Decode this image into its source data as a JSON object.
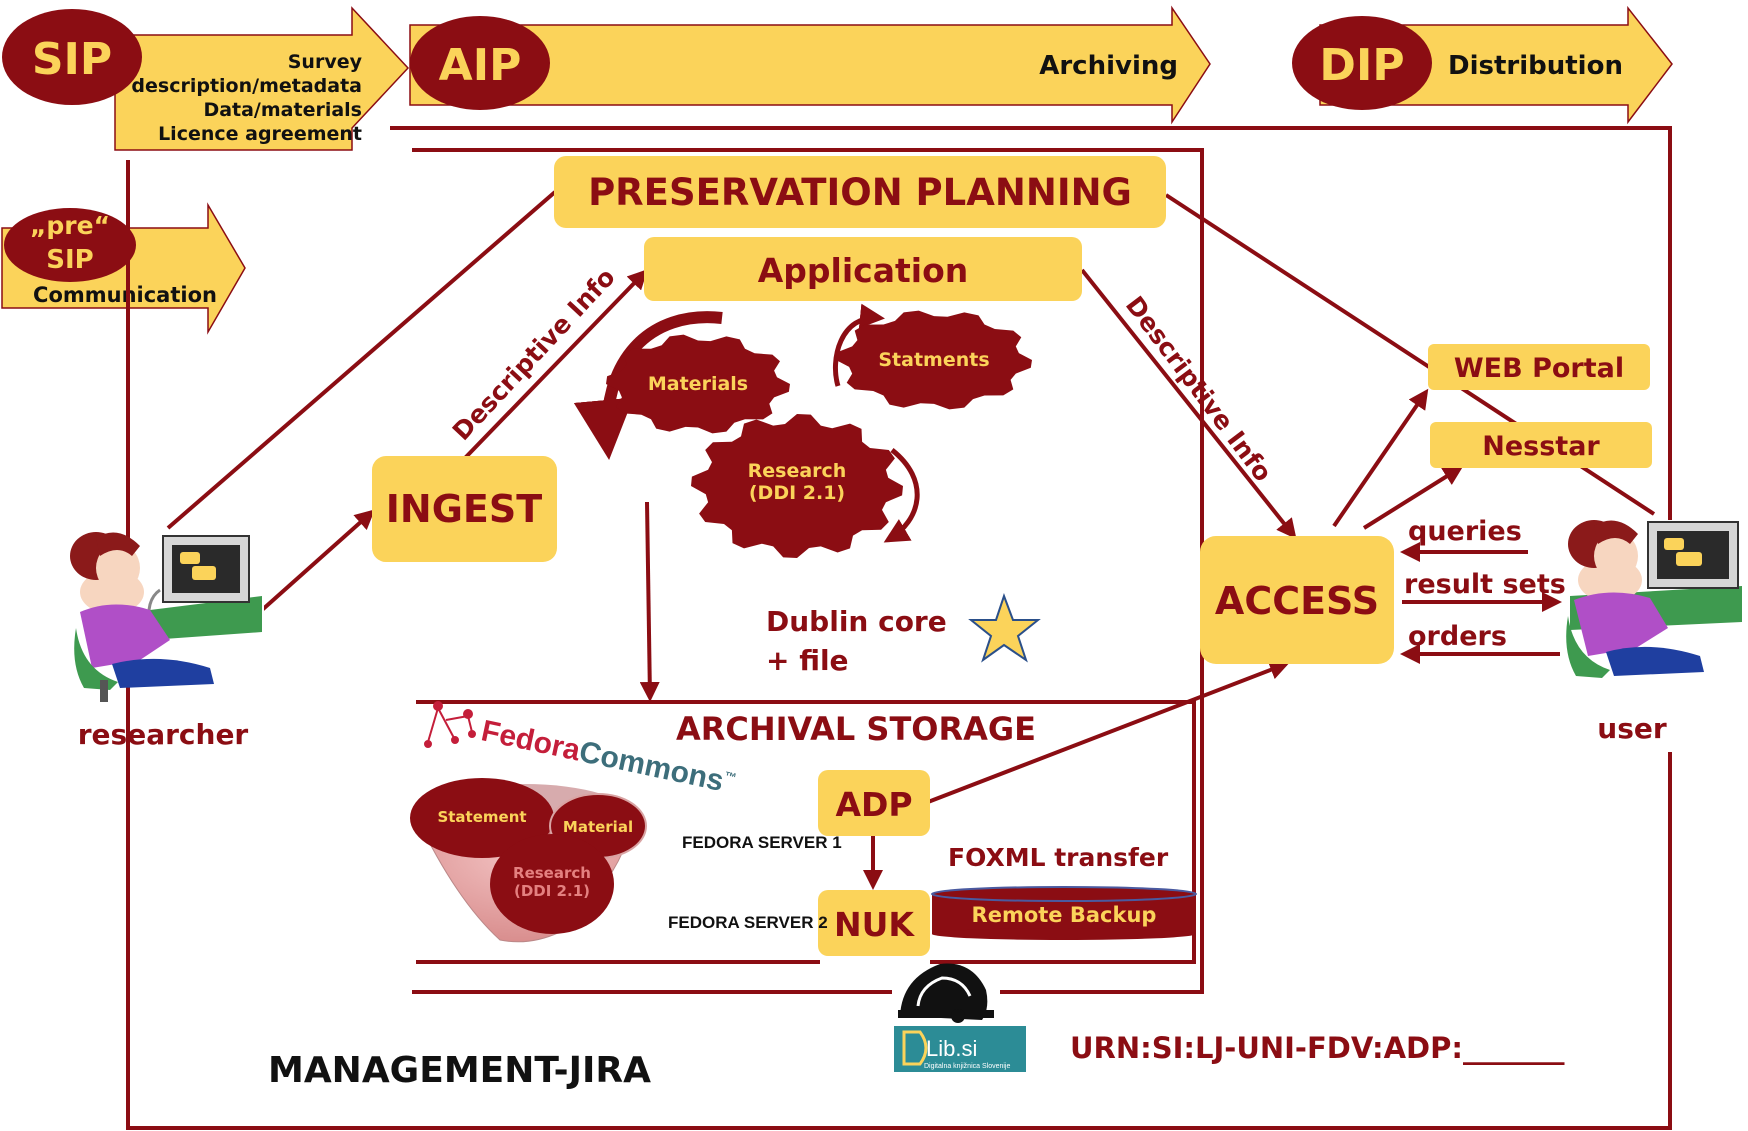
{
  "colors": {
    "dark_red": "#8b0d13",
    "yellow": "#fbd35a",
    "teal": "#2c8c96",
    "fedora_red": "#c41e3a",
    "fedora_teal": "#3d6e7b"
  },
  "phases": {
    "sip": {
      "badge": "SIP",
      "lines": [
        "Survey",
        "description/metadata",
        "Data/materials",
        "Licence agreement"
      ]
    },
    "aip": {
      "badge": "AIP",
      "label": "Archiving"
    },
    "dip": {
      "badge": "DIP",
      "label": "Distribution"
    },
    "pre_sip": {
      "badge_line1": "„pre“",
      "badge_line2": "SIP",
      "label": "Communication"
    }
  },
  "boxes": {
    "preservation_planning": "PRESERVATION PLANNING",
    "application": "Application",
    "ingest": "INGEST",
    "access": "ACCESS",
    "web_portal": "WEB Portal",
    "nesstar": "Nesstar",
    "adp": "ADP",
    "nuk": "NUK"
  },
  "gears": {
    "materials": "Materials",
    "statements": "Statments",
    "research_line1": "Research",
    "research_line2": "(DDI 2.1)"
  },
  "labels": {
    "descriptive_info_left": "Descriptive Info",
    "descriptive_info_right": "Descriptive Info",
    "dublin_core": "Dublin core",
    "plus_file": "+  file",
    "queries": "queries",
    "result_sets": "result sets",
    "orders": "orders",
    "researcher": "researcher",
    "user": "user",
    "archival_storage": "ARCHIVAL STORAGE",
    "fedora_server_1": "FEDORA SERVER 1",
    "fedora_server_2": "FEDORA SERVER 2",
    "foxml_transfer": "FOXML transfer",
    "remote_backup": "Remote Backup",
    "management": "MANAGEMENT-JIRA",
    "urn": "URN:SI:LJ-UNI-FDV:ADP:_______"
  },
  "fedora": {
    "logo_word1": "Fedora",
    "logo_word2": "Commons",
    "tm": "™"
  },
  "funnel": {
    "statement": "Statement",
    "material": "Material",
    "research_line1": "Research",
    "research_line2": "(DDI 2.1)"
  },
  "dlib": {
    "name": "Lib.si",
    "subtitle": "Digitalna knjižnica Slovenije"
  }
}
